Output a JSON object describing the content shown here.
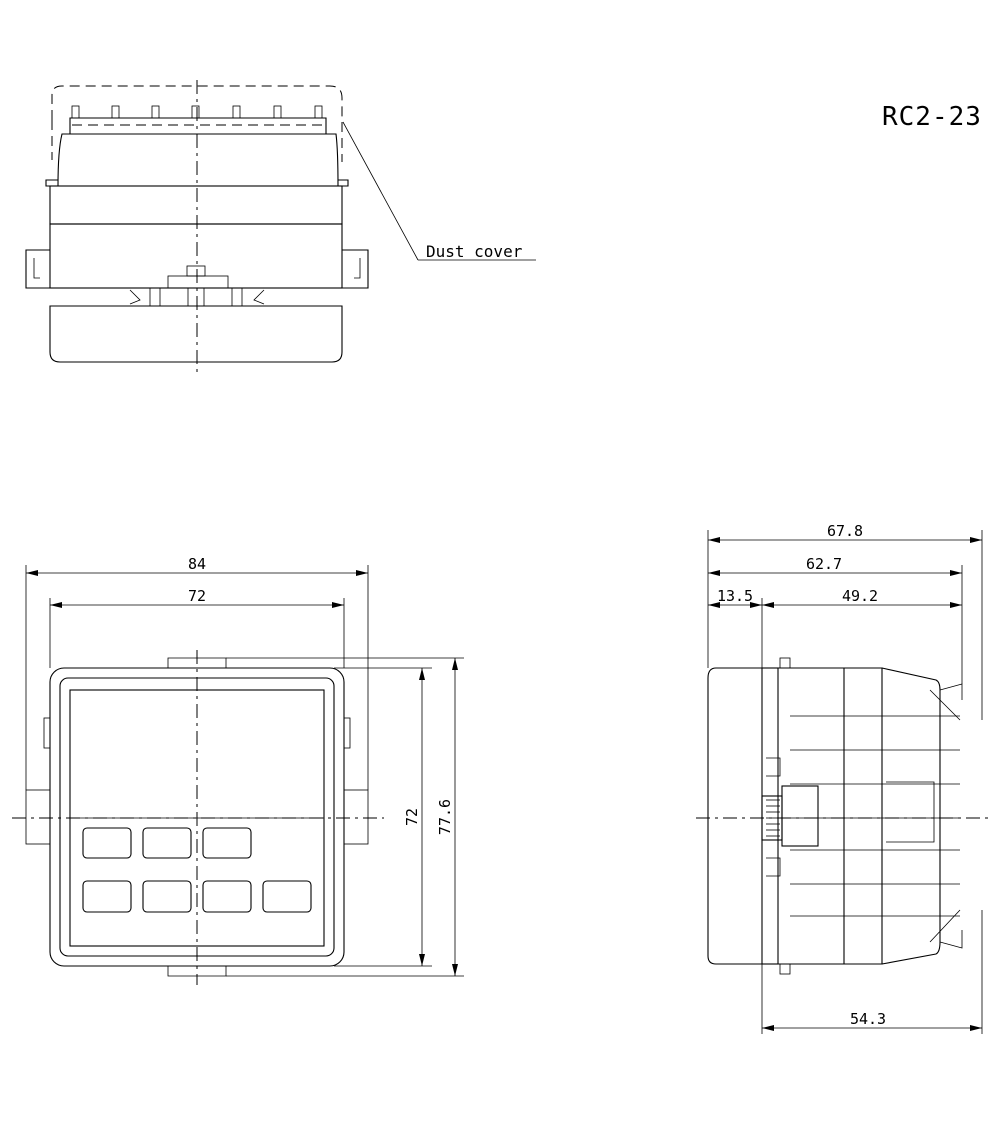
{
  "drawing_code": "RC2-23",
  "callout": {
    "dust_cover": "Dust cover"
  },
  "dimensions": {
    "front_width_outer": "84",
    "front_width_inner": "72",
    "front_height_inner": "72",
    "front_height_outer": "77.6",
    "side_total": "67.8",
    "side_to_cover": "62.7",
    "side_front": "13.5",
    "side_body": "49.2",
    "side_depth_bottom": "54.3"
  }
}
